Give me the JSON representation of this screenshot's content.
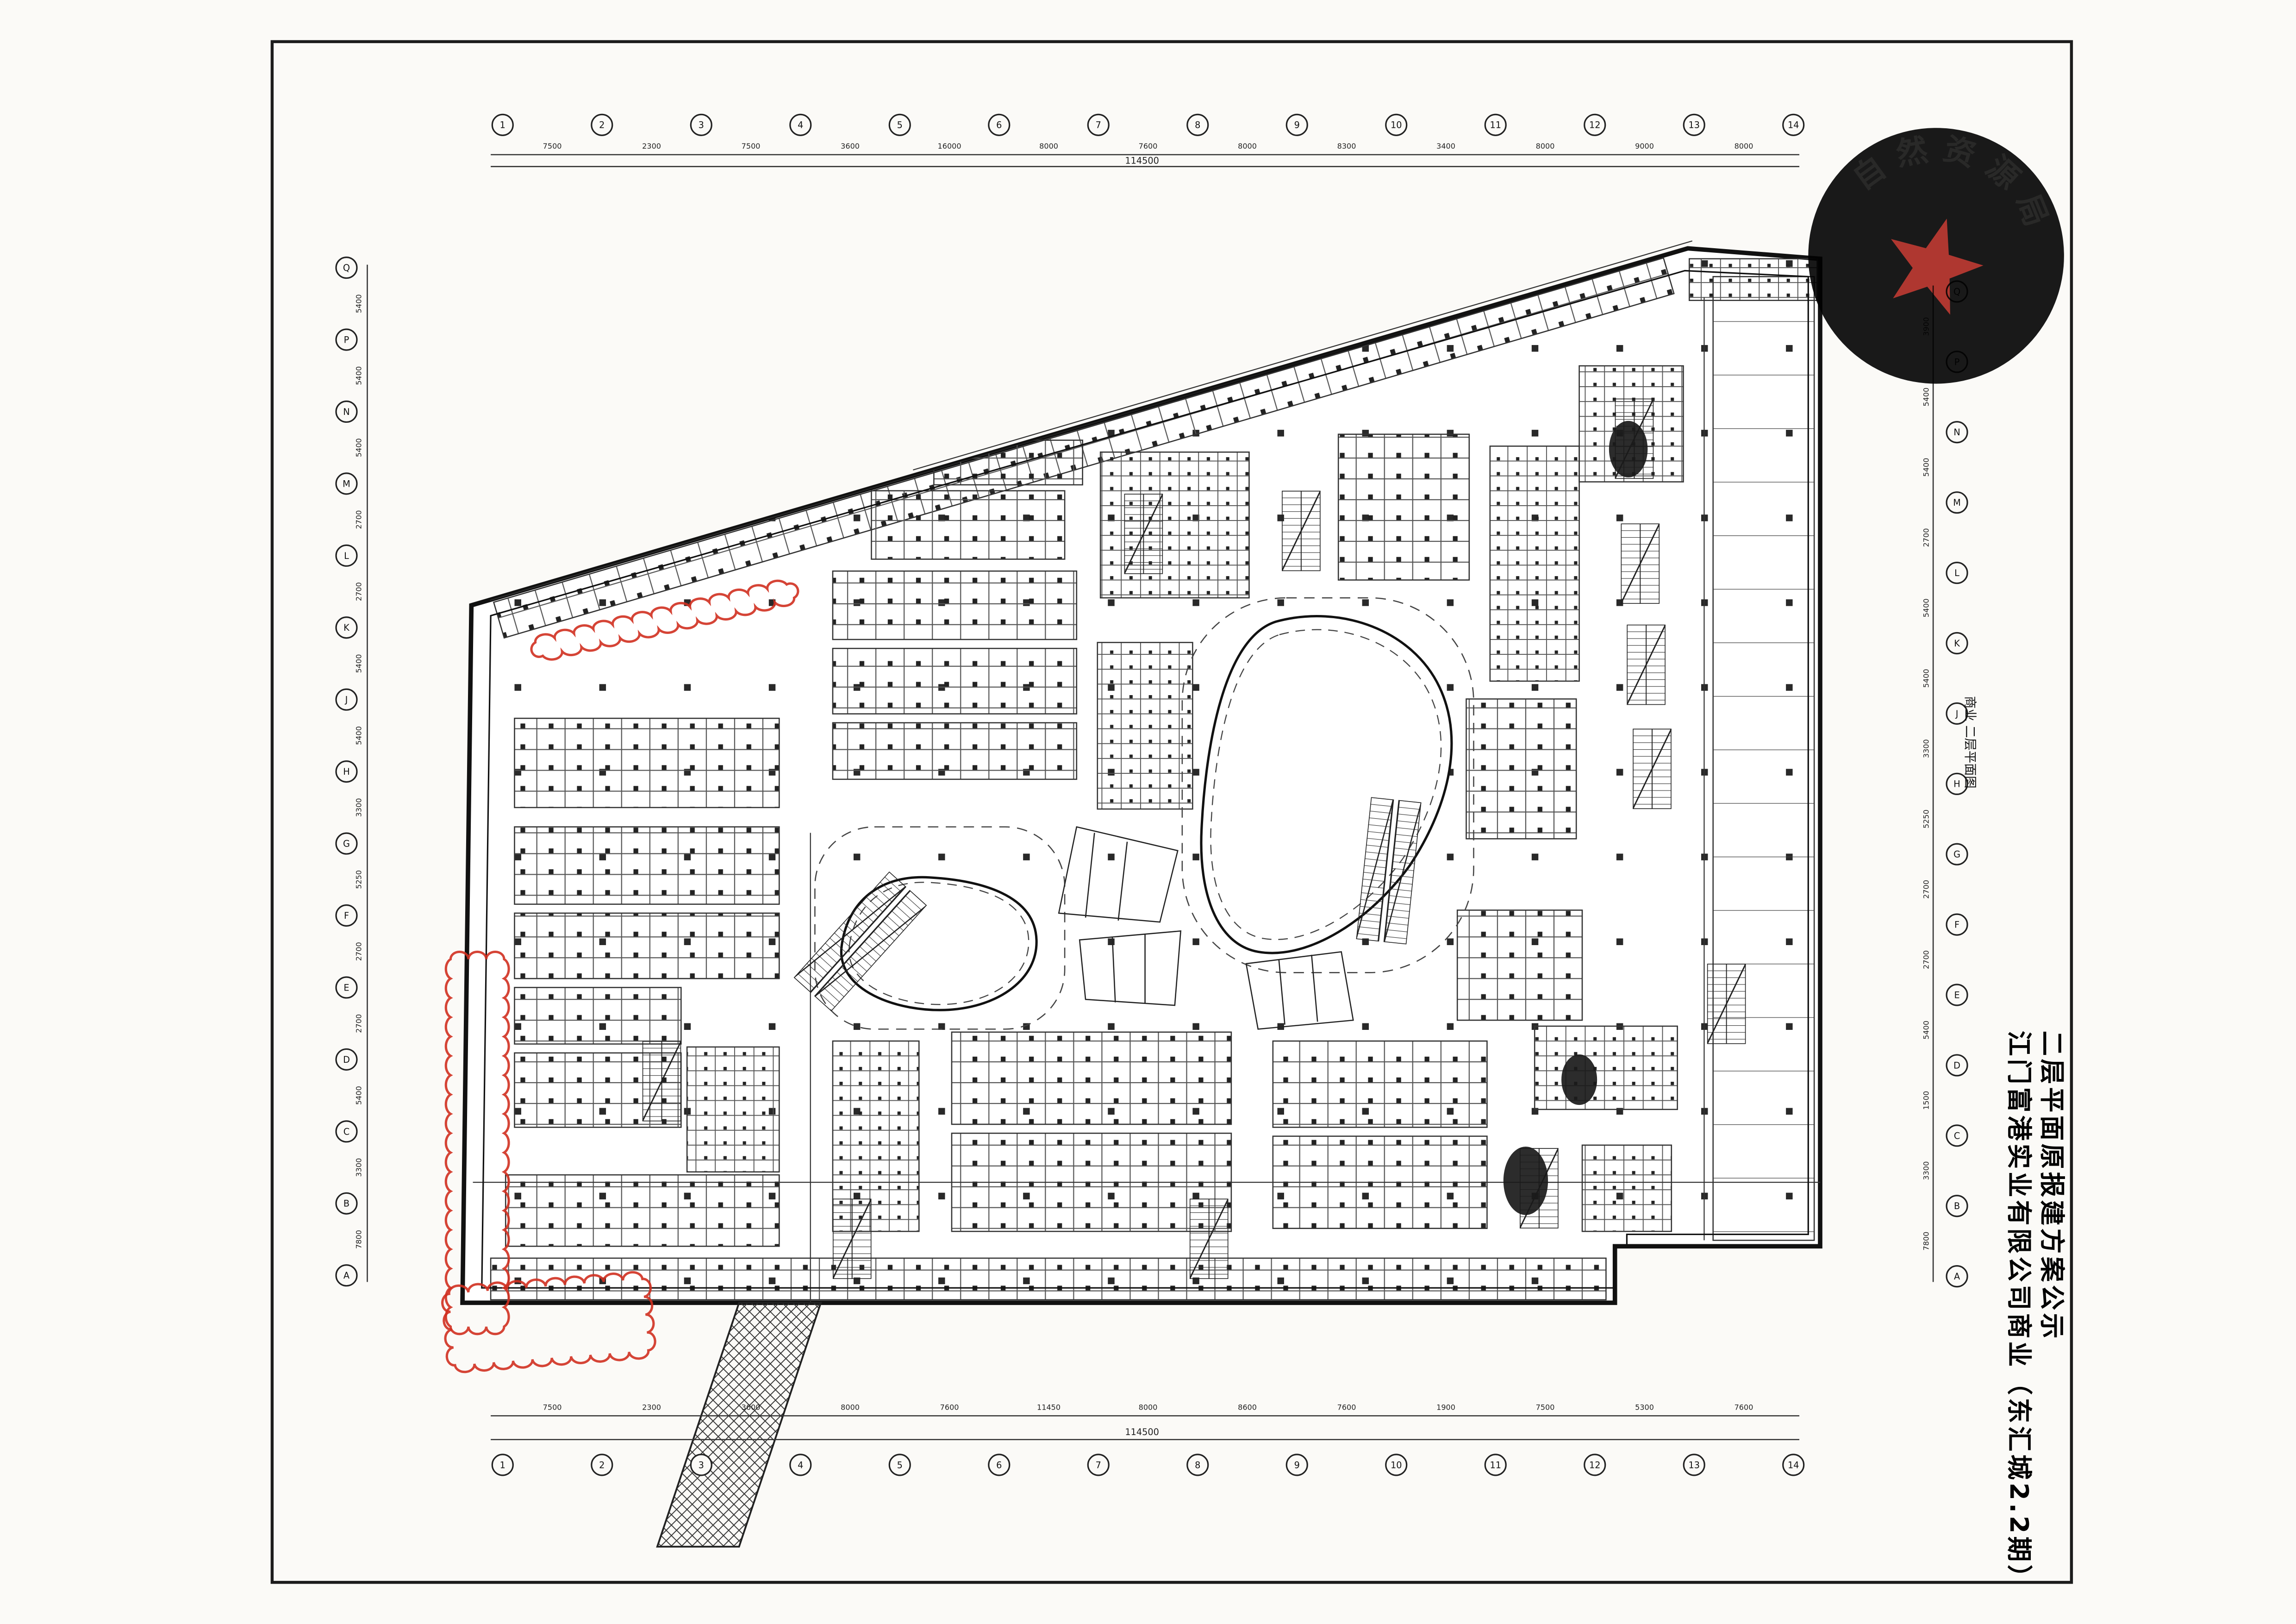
{
  "sheet": {
    "bg": "#fbfaf7",
    "line_color": "#1c1c1c",
    "accent_red": "#c8281e"
  },
  "titles": {
    "project": "江门富港实业有限公司商业（东汇城2.2期）",
    "subtitle": "二层平面原报建方案公示",
    "drawing_label": "商业 二层平面图"
  },
  "stamp": {
    "arc_text": "自然资源局",
    "color": "#c8281e"
  },
  "grid": {
    "top_labels": [
      "1",
      "2",
      "3",
      "4",
      "5",
      "6",
      "7",
      "8",
      "9",
      "10",
      "11",
      "12",
      "13",
      "14"
    ],
    "bottom_labels": [
      "1",
      "2",
      "3",
      "4",
      "5",
      "6",
      "7",
      "8",
      "9",
      "10",
      "11",
      "12",
      "13",
      "14"
    ],
    "left_labels": [
      "Q",
      "P",
      "N",
      "M",
      "L",
      "K",
      "J",
      "H",
      "G",
      "F",
      "E",
      "D",
      "C",
      "B",
      "A"
    ],
    "right_labels": [
      "Q",
      "P",
      "N",
      "M",
      "L",
      "K",
      "J",
      "H",
      "G",
      "F",
      "E",
      "D",
      "C",
      "B",
      "A"
    ]
  },
  "dimensions": {
    "top_total": "114500",
    "bottom_total": "114500",
    "top_segments": [
      "7500",
      "2300",
      "7500",
      "3600",
      "16000",
      "8000",
      "7600",
      "8000",
      "8300",
      "3400",
      "8000",
      "9000",
      "8000"
    ],
    "bottom_segments": [
      "7500",
      "2300",
      "3600",
      "8000",
      "7600",
      "11450",
      "8000",
      "8600",
      "7600",
      "1900",
      "7500",
      "5300",
      "7600"
    ],
    "left_segments": [
      "5400",
      "5400",
      "5400",
      "2700",
      "2700",
      "5400",
      "5400",
      "3300",
      "5250",
      "2700",
      "2700",
      "5400",
      "3300",
      "7800"
    ],
    "right_segments": [
      "3900",
      "5400",
      "5400",
      "2700",
      "5400",
      "5400",
      "3300",
      "5250",
      "2700",
      "2700",
      "5400",
      "1500",
      "3300",
      "7800"
    ]
  }
}
